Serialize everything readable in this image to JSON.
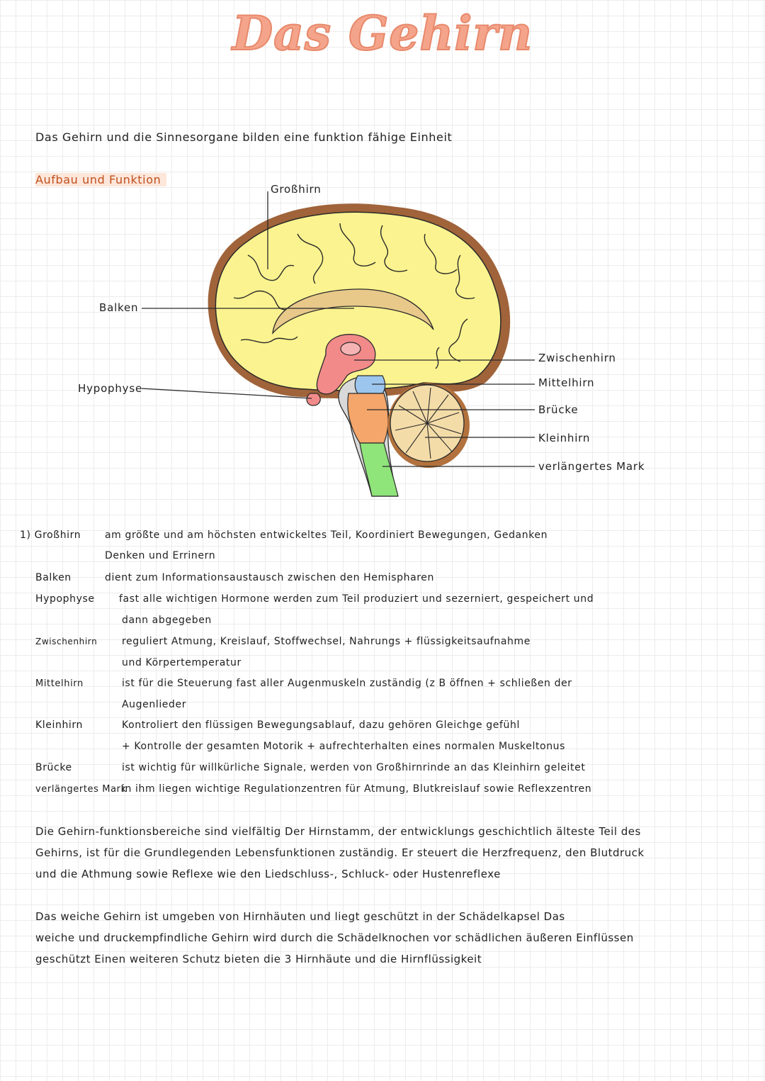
{
  "title": "Das Gehirn",
  "intro": "Das Gehirn und die Sinnesorgane bilden eine funktion fähige Einheit",
  "section_heading": "Aufbau und Funktion",
  "diagram_labels": {
    "grosshirn": "Großhirn",
    "balken": "Balken",
    "hypophyse": "Hypophyse",
    "zwischenhirn": "Zwischenhirn",
    "mittelhirn": "Mittelhirn",
    "bruecke": "Brücke",
    "kleinhirn": "Kleinhirn",
    "mark": "verlängertes Mark"
  },
  "definitions": [
    {
      "term": "1) Großhirn",
      "lines": [
        "am größte und am höchsten entwickeltes Teil, Koordiniert Bewegungen, Gedanken",
        "Denken und Errinern"
      ]
    },
    {
      "term": "Balken",
      "lines": [
        "dient zum Informationsaustausch zwischen den Hemispharen"
      ]
    },
    {
      "term": "Hypophyse",
      "lines": [
        "fast alle wichtigen Hormone werden zum Teil produziert und sezerniert, gespeichert und",
        "dann abgegeben"
      ]
    },
    {
      "term": "Zwischenhirn",
      "lines": [
        "reguliert Atmung, Kreislauf, Stoffwechsel, Nahrungs + flüssigkeitsaufnahme",
        "und Körpertemperatur"
      ]
    },
    {
      "term": "Mittelhirn",
      "lines": [
        "ist für die Steuerung fast aller Augenmuskeln zuständig (z B öffnen + schließen der",
        "Augenlieder"
      ]
    },
    {
      "term": "Kleinhirn",
      "lines": [
        "Kontroliert den flüssigen Bewegungsablauf, dazu gehören Gleichge      gefühl",
        "+ Kontrolle der gesamten Motorik + aufrechterhalten eines normalen Muskeltonus"
      ]
    },
    {
      "term": "Brücke",
      "lines": [
        "ist wichtig für willkürliche Signale, werden von Großhirnrinde an das Kleinhirn geleitet"
      ]
    },
    {
      "term": "verlängertes Mark",
      "lines": [
        "in ihm liegen wichtige Regulationzentren für Atmung, Blutkreislauf sowie Reflexzentren"
      ]
    }
  ],
  "paragraph1": [
    "Die Gehirn-funktionsbereiche sind vielfältig Der Hirnstamm, der entwicklungs geschichtlich älteste Teil des",
    "Gehirns, ist für die Grundlegenden Lebensfunktionen zuständig. Er steuert die Herzfrequenz, den Blutdruck",
    "und die Athmung sowie Reflexe wie den Liedschluss-, Schluck- oder Hustenreflexe"
  ],
  "paragraph2": [
    "Das weiche Gehirn ist umgeben von Hirnhäuten und liegt geschützt in der Schädelkapsel Das",
    "weiche und druckempfindliche Gehirn wird durch die Schädelknochen vor schädlichen äußeren Einflüssen",
    "geschützt Einen weiteren Schutz bieten die 3 Hirnhäute und die Hirnflüssigkeit"
  ],
  "colors": {
    "title": "#f4a48a",
    "cerebrum": "#fbf38f",
    "cortex_edge": "#a0633a",
    "corpus_callosum": "#e8c98a",
    "diencephalon": "#f28a8a",
    "midbrain": "#9cc6ee",
    "pons": "#f5a66a",
    "medulla": "#8fe47a",
    "cerebellum": "#f4dca8"
  }
}
